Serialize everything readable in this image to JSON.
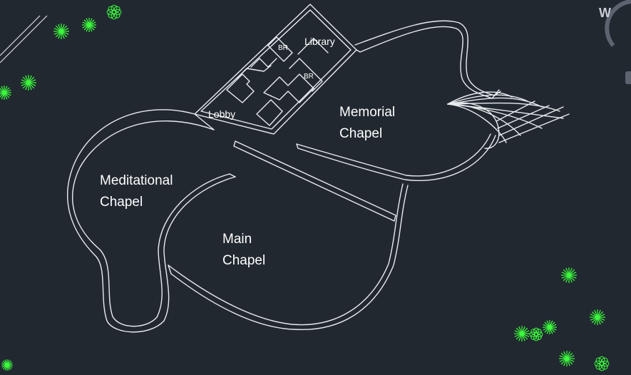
{
  "rooms": {
    "library": "Library",
    "br_top": "BR",
    "br_bottom": "BR",
    "lobby": "Lobby",
    "memorial_line1": "Memorial",
    "memorial_line2": "Chapel",
    "meditational_line1": "Meditational",
    "meditational_line2": "Chapel",
    "main_line1": "Main",
    "main_line2": "Chapel"
  },
  "viewcube": {
    "label": "W"
  },
  "colors": {
    "background": "#212830",
    "linework": "#e9ecef",
    "trees": "#3dff3d"
  }
}
